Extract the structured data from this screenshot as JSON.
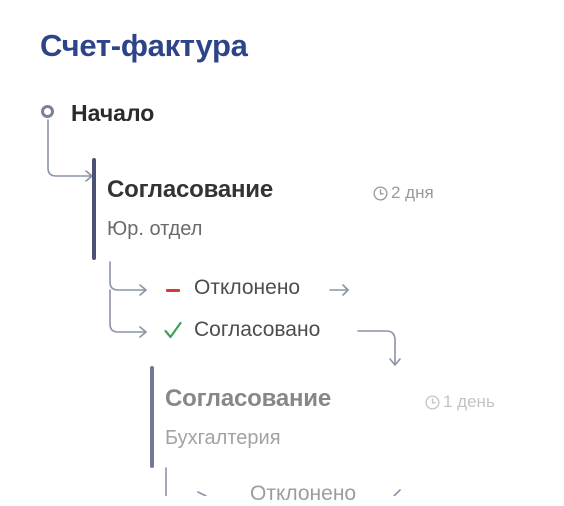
{
  "title": "Счет-фактура",
  "start_label": "Начало",
  "steps": [
    {
      "title": "Согласование",
      "department": "Юр. отдел",
      "duration": "2 дня",
      "branches": [
        {
          "status": "rejected",
          "label": "Отклонено"
        },
        {
          "status": "approved",
          "label": "Согласовано"
        }
      ]
    },
    {
      "title": "Согласование",
      "department": "Бухгалтерия",
      "duration": "1 день",
      "branches": [
        {
          "status": "rejected",
          "label": "Отклонено"
        }
      ]
    }
  ],
  "colors": {
    "title": "#2e4488",
    "step_bar": "#4c5176",
    "rejected": "#d23a3a",
    "approved": "#3aa35a",
    "connector": "#8a93a8"
  }
}
